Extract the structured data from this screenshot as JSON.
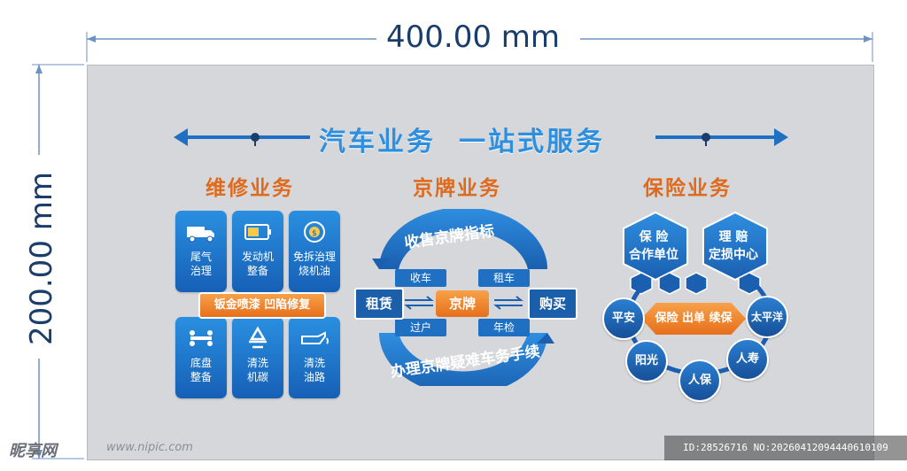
{
  "dimensions": {
    "width_label": "400.00 mm",
    "height_label": "200.00 mm"
  },
  "banner": {
    "title_part1": "汽车业务",
    "title_part2": "一站式服务"
  },
  "sections": {
    "repair": {
      "title": "维修业务",
      "tiles": [
        {
          "label1": "尾气",
          "label2": "治理",
          "icon": "truck-icon"
        },
        {
          "label1": "发动机",
          "label2": "整备",
          "icon": "battery-icon"
        },
        {
          "label1": "免拆治理",
          "label2": "烧机油",
          "icon": "recycle-gear-icon"
        },
        {
          "label1": "底盘",
          "label2": "整备",
          "icon": "chassis-icon"
        },
        {
          "label1": "清洗",
          "label2": "机碳",
          "icon": "recycle-icon"
        },
        {
          "label1": "清洗",
          "label2": "油路",
          "icon": "oil-can-icon"
        }
      ],
      "bar": "钣金喷漆  凹陷修复"
    },
    "plate": {
      "title": "京牌业务",
      "arc_top": "收售京牌指标",
      "arc_bottom": "办理京牌疑难车务手续",
      "center": "京牌",
      "left": "租赁",
      "right": "购买",
      "tags": {
        "tl": "收车",
        "tr": "租车",
        "bl": "过户",
        "br": "年检"
      }
    },
    "insurance": {
      "title": "保险业务",
      "hex_left": {
        "line1": "保  险",
        "line2": "合作单位"
      },
      "hex_right": {
        "line1": "理  赔",
        "line2": "定损中心"
      },
      "center": "保险 出单 续保",
      "companies": [
        "平安",
        "太平洋",
        "阳光",
        "人保",
        "人寿"
      ]
    }
  },
  "watermark": {
    "logo": "昵享网",
    "url": "www.nipic.com",
    "id": "ID:28526716 NO:20260412094440610109"
  },
  "colors": {
    "accent_blue": "#1f6fc2",
    "accent_orange": "#e76f1b",
    "panel": "#d6d7da"
  }
}
